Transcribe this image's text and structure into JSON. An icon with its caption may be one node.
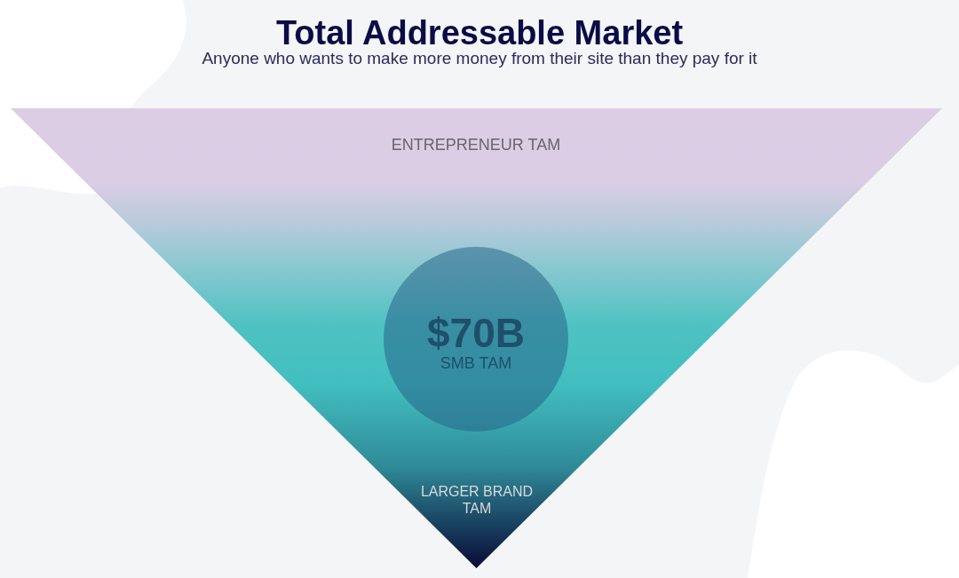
{
  "diagram": {
    "title": "Total Addressable Market",
    "nodes": [
      {
        "text": [
          "ENTREPRENEUR TAM",
          "LARGER BRAND TAM"
        ]
      },
      {
        "text": [
          "$70B",
          "SMB TAM"
        ],
        "in": 0
      }
    ],
    "labels": [
      "Anyone who wants to make more money from their site than they pay for it"
    ]
  }
}
